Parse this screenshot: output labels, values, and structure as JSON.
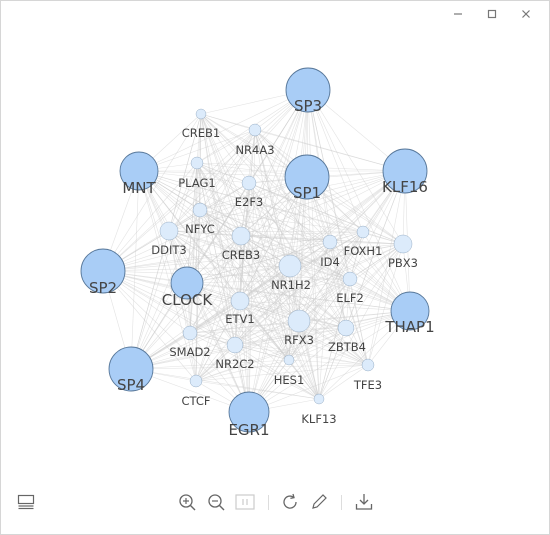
{
  "window": {
    "controls": [
      "minimize-icon",
      "maximize-icon",
      "close-icon"
    ]
  },
  "graph": {
    "edge_color": "#cccccc",
    "node_fill_large": "#a9cdf6",
    "node_fill_small": "#dcebfb",
    "node_stroke": "#4a6b8f",
    "nodes": [
      {
        "id": "SP3",
        "size": "large"
      },
      {
        "id": "CREB1",
        "size": "small"
      },
      {
        "id": "NR4A3",
        "size": "small"
      },
      {
        "id": "MNT",
        "size": "large"
      },
      {
        "id": "SP1",
        "size": "large"
      },
      {
        "id": "KLF16",
        "size": "large"
      },
      {
        "id": "PLAG1",
        "size": "small"
      },
      {
        "id": "E2F3",
        "size": "small"
      },
      {
        "id": "NFYC",
        "size": "small"
      },
      {
        "id": "DDIT3",
        "size": "small"
      },
      {
        "id": "CREB3",
        "size": "small"
      },
      {
        "id": "FOXH1",
        "size": "small"
      },
      {
        "id": "ID4",
        "size": "small"
      },
      {
        "id": "PBX3",
        "size": "small"
      },
      {
        "id": "SP2",
        "size": "large"
      },
      {
        "id": "CLOCK",
        "size": "large"
      },
      {
        "id": "NR1H2",
        "size": "small"
      },
      {
        "id": "ELF2",
        "size": "small"
      },
      {
        "id": "ETV1",
        "size": "small"
      },
      {
        "id": "THAP1",
        "size": "large"
      },
      {
        "id": "RFX3",
        "size": "small"
      },
      {
        "id": "ZBTB4",
        "size": "small"
      },
      {
        "id": "SMAD2",
        "size": "small"
      },
      {
        "id": "NR2C2",
        "size": "small"
      },
      {
        "id": "SP4",
        "size": "large"
      },
      {
        "id": "HES1",
        "size": "small"
      },
      {
        "id": "TFE3",
        "size": "small"
      },
      {
        "id": "CTCF",
        "size": "small"
      },
      {
        "id": "EGR1",
        "size": "large"
      },
      {
        "id": "KLF13",
        "size": "small"
      }
    ]
  },
  "toolbar": {
    "items": [
      "data-view-icon",
      "zoom-in-icon",
      "zoom-out-icon",
      "zoom-reset-icon",
      "restore-icon",
      "edit-icon",
      "download-icon"
    ]
  }
}
